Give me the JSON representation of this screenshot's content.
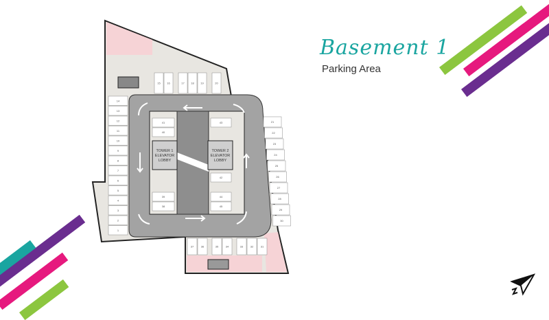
{
  "slide": {
    "title": "Basement 1",
    "subtitle": "Parking Area"
  },
  "colors": {
    "teal": "#1aa5a0",
    "magenta": "#e6197e",
    "purple": "#6a2d8f",
    "green": "#8cc63f",
    "road": "#a3a3a3",
    "pink": "#f6d3d6",
    "floor": "#e8e6e1"
  },
  "plan": {
    "tower1_label": [
      "TOWER 1",
      "ELEVATOR",
      "LOBBY"
    ],
    "tower2_label": [
      "TOWER 2",
      "ELEVATOR",
      "LOBBY"
    ],
    "left_slots": [
      "14",
      "13",
      "12",
      "11",
      "10",
      "9",
      "8",
      "7",
      "6",
      "5",
      "4",
      "3",
      "2",
      "1"
    ],
    "top_slots": [
      "15",
      "16",
      "17",
      "18",
      "19",
      "20"
    ],
    "right_slots": [
      "21",
      "22",
      "23",
      "24",
      "25",
      "26",
      "27",
      "28",
      "29",
      "30"
    ],
    "bottom_slots": [
      "37",
      "36",
      "35",
      "34",
      "33",
      "32",
      "31"
    ],
    "inner_left_slots": [
      "41",
      "40",
      "39",
      "38"
    ],
    "inner_right_slots": [
      "43",
      "42",
      "44",
      "45"
    ]
  },
  "logo": {
    "name": "paper-plane-logo"
  }
}
